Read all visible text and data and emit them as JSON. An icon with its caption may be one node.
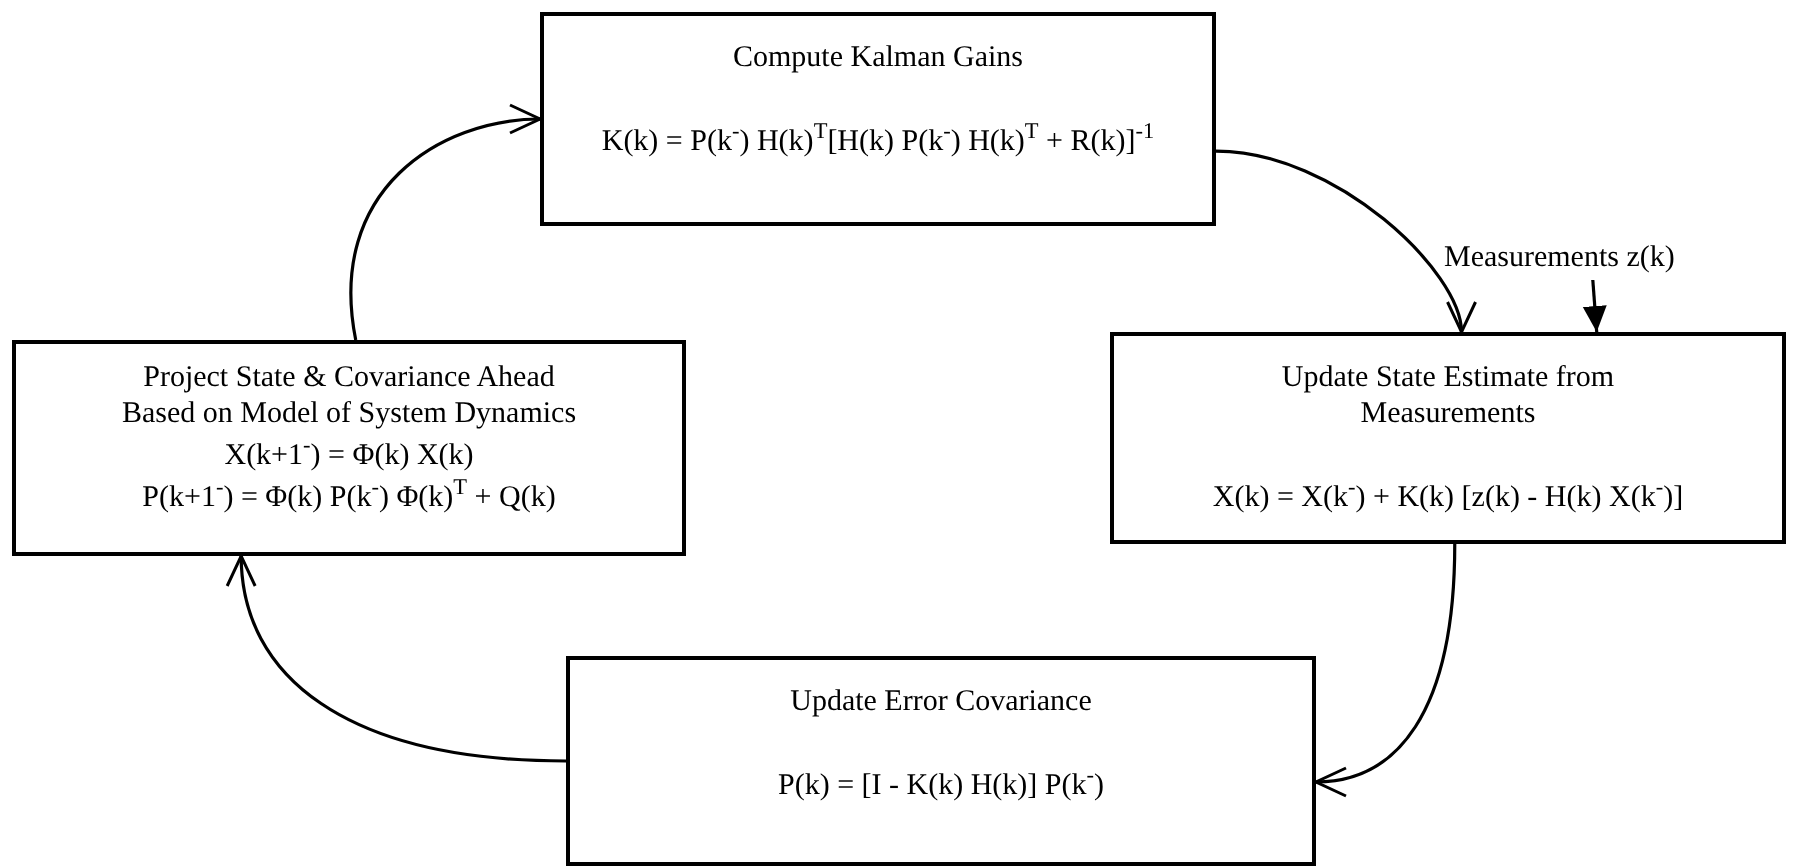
{
  "diagram": {
    "nodes": [
      {
        "text": [
          "Compute Kalman Gains",
          "K(k) = P(k$^{-}$) H(k)$^{T}$[H(k) P(k$^{-}$) H(k)$^{T}$ + R(k)]$^{-1}$"
        ]
      },
      {
        "text": [
          "Update State Estimate from Measurements",
          "X(k) = X(k$^{-}$) + K(k) [z(k) - H(k) X(k$^{-}$)]"
        ]
      },
      {
        "text": [
          "Update Error Covariance",
          "P(k) = [I - K(k) H(k)] P(k$^{-}$)"
        ]
      },
      {
        "text": [
          "Project State & Covariance Ahead Based on Model of System Dynamics",
          "X(k+1$^{-}$) = Φ(k) X(k)",
          "P(k+1$^{-}$) = Φ(k) P(k$^{-}$) Φ(k)$^{T}$ + Q(k)"
        ]
      },
      {
        "text": [
          "Measurements z(k)"
        ]
      }
    ],
    "edges": [
      {
        "from": 0,
        "to": 1,
        "arrow": "to"
      },
      {
        "from": 1,
        "to": 2,
        "arrow": "to"
      },
      {
        "from": 2,
        "to": 3,
        "arrow": "to"
      },
      {
        "from": 3,
        "to": 0,
        "arrow": "to"
      },
      {
        "from": 4,
        "to": 1,
        "arrow": "to"
      }
    ]
  }
}
